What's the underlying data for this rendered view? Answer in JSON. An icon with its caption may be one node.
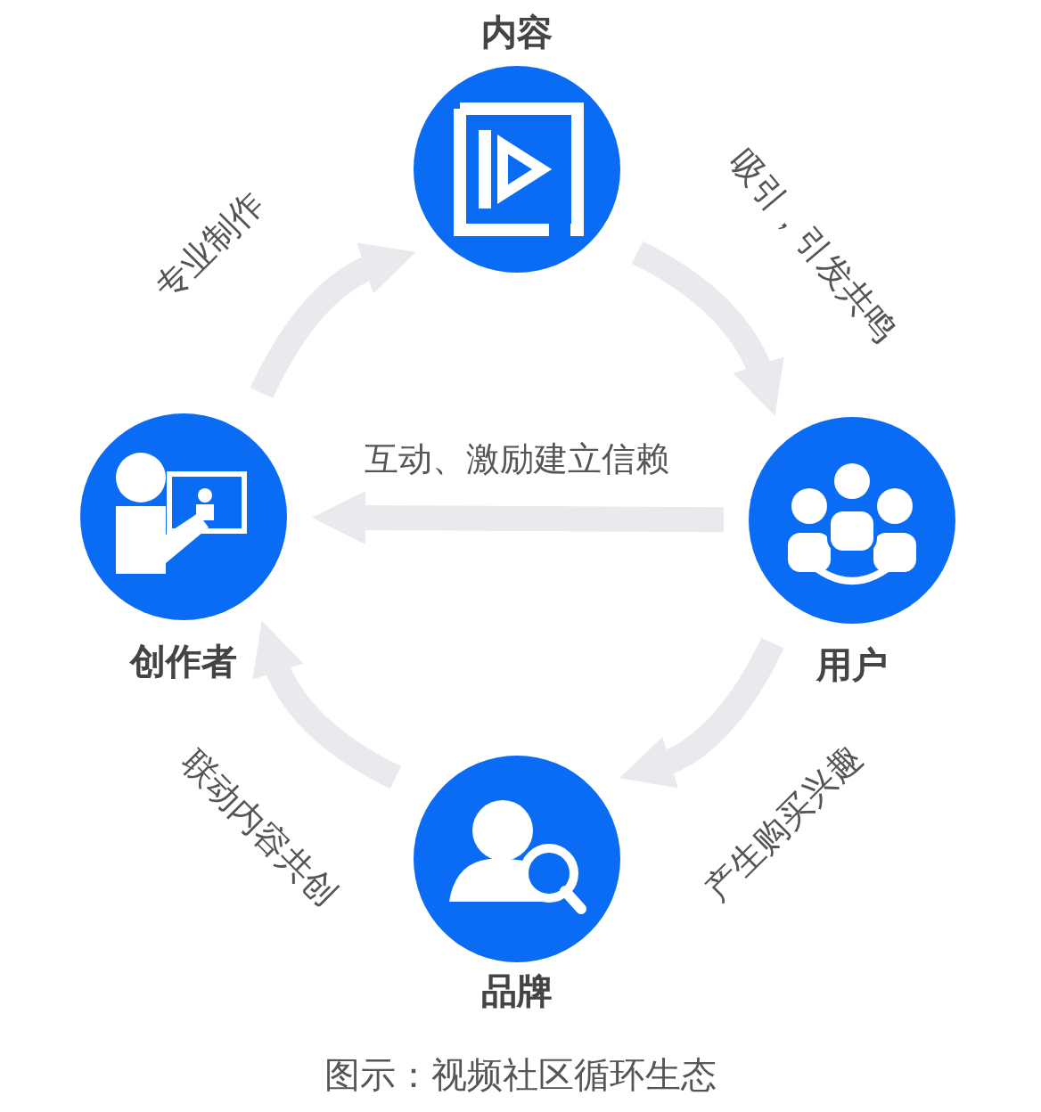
{
  "diagram": {
    "caption": "图示：视频社区循环生态",
    "nodes": [
      {
        "text": [
          "内容"
        ]
      },
      {
        "text": [
          "用户"
        ]
      },
      {
        "text": [
          "品牌"
        ]
      },
      {
        "text": [
          "创作者"
        ]
      }
    ],
    "edges": [
      {
        "from": 3,
        "to": 0,
        "arrow": "to",
        "label": "专业制作"
      },
      {
        "from": 0,
        "to": 1,
        "arrow": "to",
        "label": "吸引，引发共鸣"
      },
      {
        "from": 1,
        "to": 3,
        "arrow": "to",
        "label": "互动、激励建立信赖"
      },
      {
        "from": 1,
        "to": 2,
        "arrow": "to",
        "label": "产生购买兴趣"
      },
      {
        "from": 2,
        "to": 3,
        "arrow": "to",
        "label": "联动内容共创"
      }
    ]
  }
}
